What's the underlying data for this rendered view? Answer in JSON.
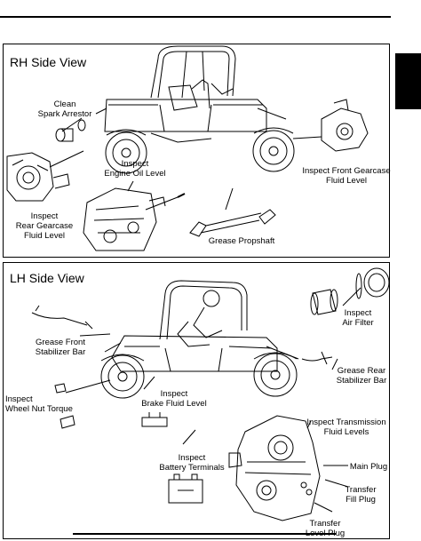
{
  "rh_panel": {
    "title": "RH Side View",
    "callouts": {
      "spark_arrestor": "Clean\nSpark Arrestor",
      "engine_oil": "Inspect\nEngine Oil Level",
      "rear_gearcase": "Inspect\nRear Gearcase\nFluid Level",
      "propshaft": "Grease Propshaft",
      "front_gearcase": "Inspect Front Gearcase\nFluid Level"
    }
  },
  "lh_panel": {
    "title": "LH Side View",
    "callouts": {
      "front_stabilizer": "Grease Front\nStabilizer Bar",
      "air_filter": "Inspect\nAir Filter",
      "rear_stabilizer": "Grease Rear\nStabilizer Bar",
      "wheel_nut": "Inspect\nWheel Nut Torque",
      "brake_fluid": "Inspect\nBrake Fluid Level",
      "battery": "Inspect\nBattery Terminals",
      "transmission": "Inspect Transmission\nFluid Levels",
      "main_plug": "Main Plug",
      "transfer_fill": "Transfer\nFill Plug",
      "transfer_level": "Transfer\nLevel Plug"
    }
  }
}
